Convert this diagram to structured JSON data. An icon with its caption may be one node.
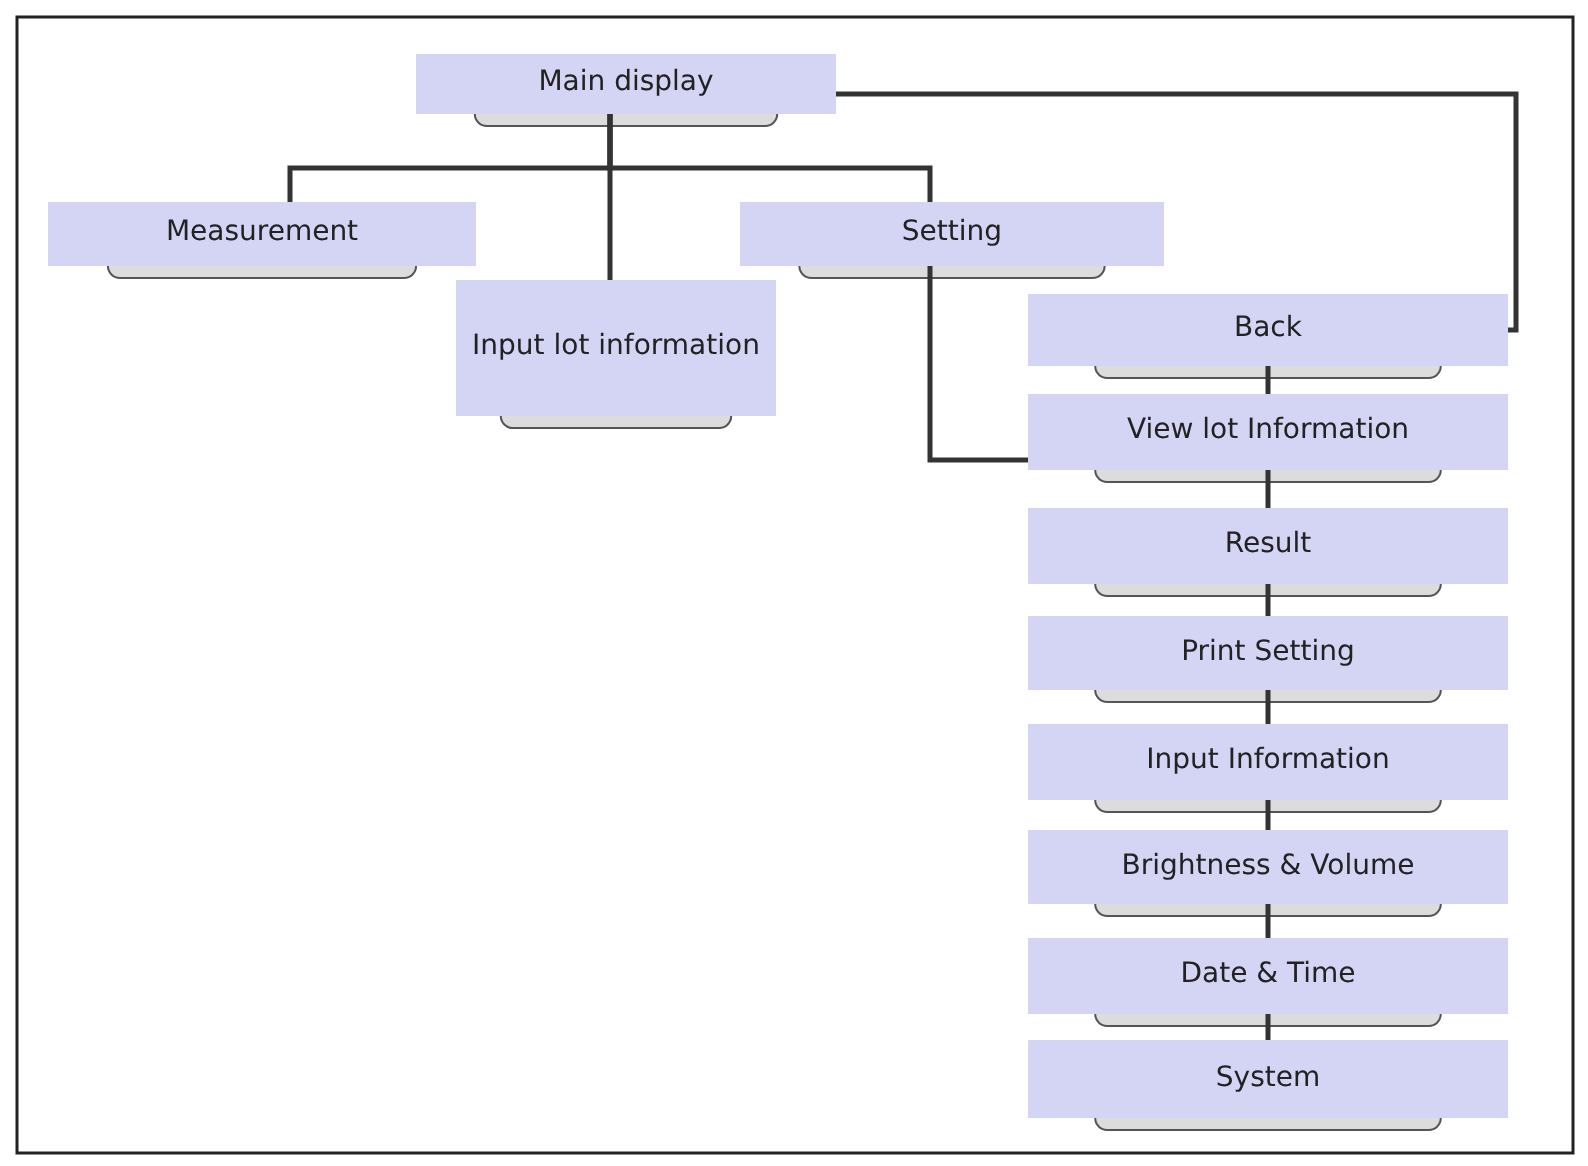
{
  "diagram": {
    "nodes": [
      {
        "text": [
          "Main display"
        ]
      },
      {
        "text": [
          "Measurement"
        ]
      },
      {
        "text": [
          "Input lot information"
        ]
      },
      {
        "text": [
          "Setting"
        ]
      },
      {
        "text": [
          "Back"
        ]
      },
      {
        "text": [
          "View lot Information"
        ]
      },
      {
        "text": [
          "Result"
        ]
      },
      {
        "text": [
          "Print Setting"
        ]
      },
      {
        "text": [
          "Input Information"
        ]
      },
      {
        "text": [
          "Brightness & Volume"
        ]
      },
      {
        "text": [
          "Date & Time"
        ]
      },
      {
        "text": [
          "System"
        ]
      }
    ],
    "edges": [
      {
        "from": 0,
        "to": 1,
        "arrow": "none"
      },
      {
        "from": 0,
        "to": 2,
        "arrow": "none"
      },
      {
        "from": 0,
        "to": 3,
        "arrow": "none"
      },
      {
        "from": 3,
        "to": 5,
        "arrow": "none"
      },
      {
        "from": 0,
        "to": 4,
        "arrow": "none"
      },
      {
        "from": 4,
        "to": 5,
        "arrow": "none"
      },
      {
        "from": 5,
        "to": 6,
        "arrow": "none"
      },
      {
        "from": 6,
        "to": 7,
        "arrow": "none"
      },
      {
        "from": 7,
        "to": 8,
        "arrow": "none"
      },
      {
        "from": 8,
        "to": 9,
        "arrow": "none"
      },
      {
        "from": 9,
        "to": 10,
        "arrow": "none"
      },
      {
        "from": 10,
        "to": 11,
        "arrow": "none"
      }
    ]
  }
}
